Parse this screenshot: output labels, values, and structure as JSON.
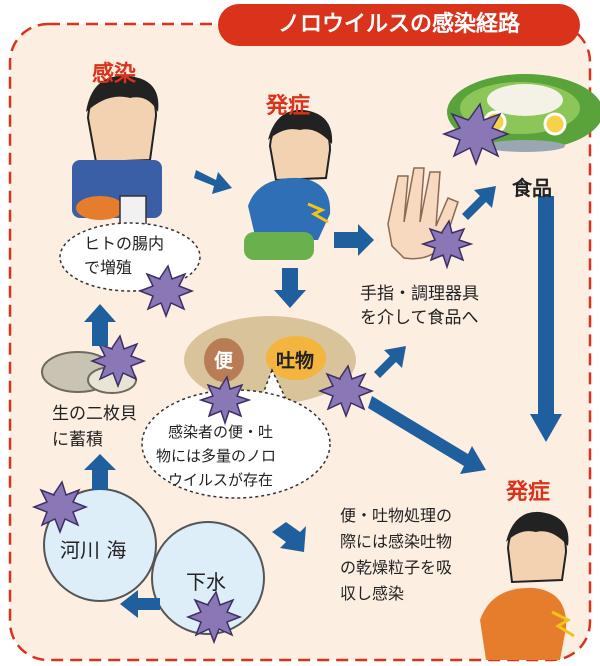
{
  "title": "ノロウイルスの感染経路",
  "labels": {
    "infection": "感染",
    "onset_top": "発症",
    "onset_right": "発症",
    "food": "食品",
    "hands_line1": "手指・調理器具",
    "hands_line2": "を介して食品へ",
    "intestine_line1": "ヒトの腸内",
    "intestine_line2": "で増殖",
    "shellfish_line1": "生の二枚貝",
    "shellfish_line2": "に蓄積",
    "stool": "便",
    "vomit": "吐物",
    "bubble_line1": "感染者の便・吐",
    "bubble_line2": "物には多量のノロ",
    "bubble_line3": "ウイルスが存在",
    "river_sea": "河川 海",
    "sewage": "下水",
    "vomit_note_line1": "便・吐物処理の",
    "vomit_note_line2": "際には感染吐物",
    "vomit_note_line3": "の乾燥粒子を吸",
    "vomit_note_line4": "収し感染"
  },
  "colors": {
    "accent_red": "#d9331c",
    "arrow_blue": "#1f5f9e",
    "dash_border": "#d9331c",
    "background_peach": "#fdeee2",
    "circle_fill": "#deeef9",
    "vomit_tan": "#d8c39a"
  }
}
